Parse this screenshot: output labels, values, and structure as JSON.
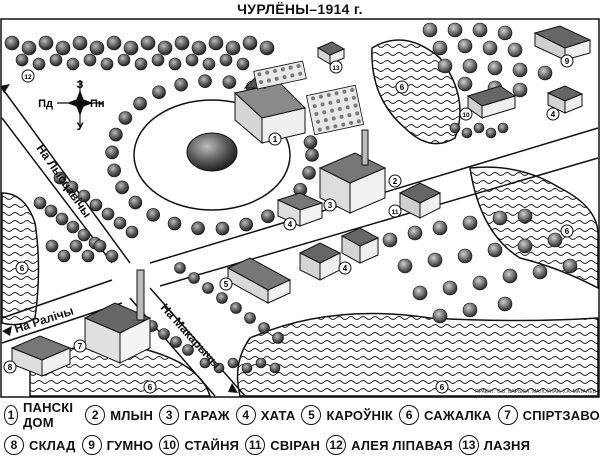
{
  "title": "ЧУРЛЁНЫ–1914 г.",
  "compass": {
    "n": "З",
    "s": "У",
    "w": "Пд",
    "e": "Пн"
  },
  "roads": {
    "lyscavicy": "На Лысцавічы",
    "ralicy": "На Ралічы",
    "makarycy": "На Макарычы"
  },
  "credit": "ПРАЕКТ: С.В. БАРЫСА, МАЛОЎНАК, У.А. МАТАЛЕВ",
  "legend": [
    {
      "num": "1",
      "label": "ПАНСКІ ДОМ"
    },
    {
      "num": "2",
      "label": "МЛЫН"
    },
    {
      "num": "3",
      "label": "ГАРАЖ"
    },
    {
      "num": "4",
      "label": "ХАТА"
    },
    {
      "num": "5",
      "label": "КАРОЎНІК"
    },
    {
      "num": "6",
      "label": "САЖАЛКА"
    },
    {
      "num": "7",
      "label": "СПІРТЗАВОД"
    },
    {
      "num": "8",
      "label": "СКЛАД"
    },
    {
      "num": "9",
      "label": "ГУМНО"
    },
    {
      "num": "10",
      "label": "СТАЙНЯ"
    },
    {
      "num": "11",
      "label": "СВІРАН"
    },
    {
      "num": "12",
      "label": "АЛЕЯ ЛІПАВАЯ"
    },
    {
      "num": "13",
      "label": "ЛАЗНЯ"
    }
  ],
  "map_markers": [
    {
      "num": "1"
    },
    {
      "num": "2"
    },
    {
      "num": "3"
    },
    {
      "num": "4"
    },
    {
      "num": "4"
    },
    {
      "num": "4"
    },
    {
      "num": "5"
    },
    {
      "num": "6"
    },
    {
      "num": "6"
    },
    {
      "num": "6"
    },
    {
      "num": "6"
    },
    {
      "num": "6"
    },
    {
      "num": "7"
    },
    {
      "num": "8"
    },
    {
      "num": "9"
    },
    {
      "num": "10"
    },
    {
      "num": "11"
    },
    {
      "num": "12"
    },
    {
      "num": "13"
    }
  ],
  "colors": {
    "water": "#ffffff",
    "ink": "#111111",
    "tree_dark": "#3a3a3a",
    "tree_light": "#9a9a9a"
  }
}
